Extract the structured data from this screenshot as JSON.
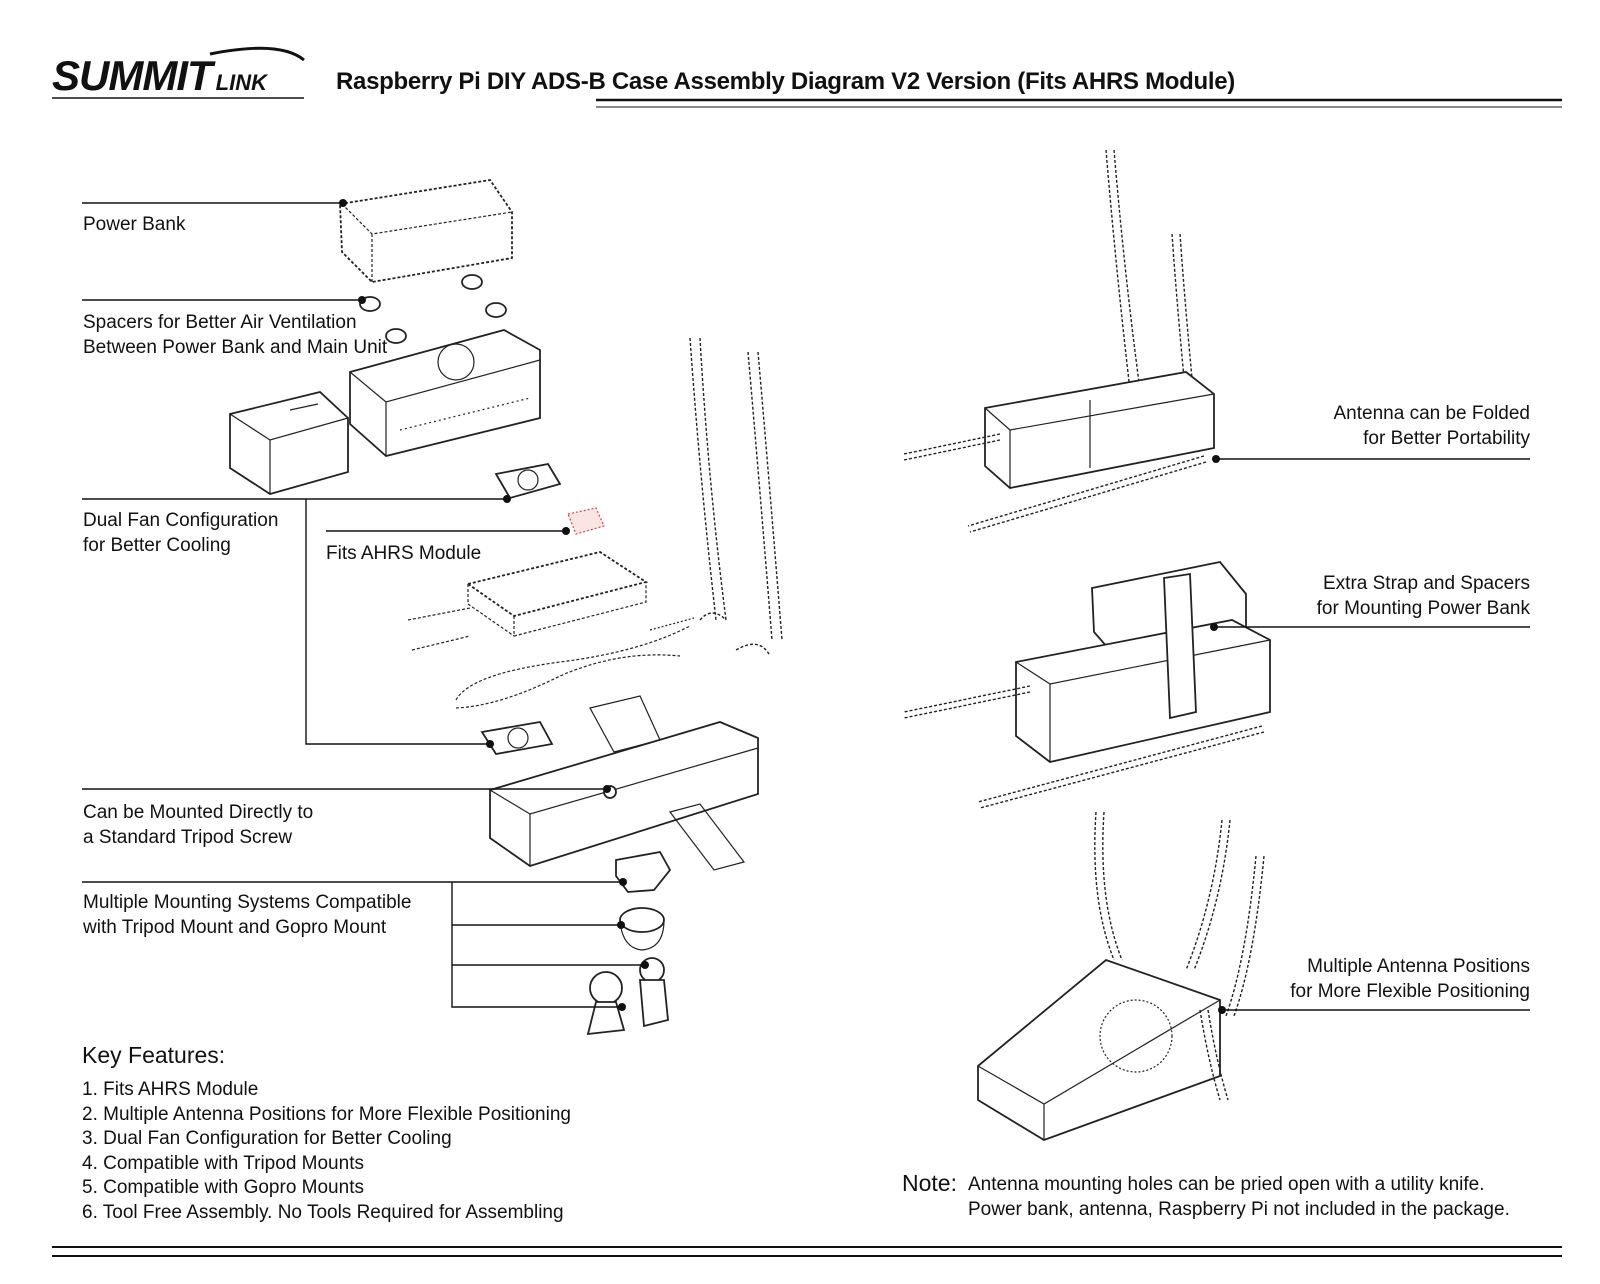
{
  "header": {
    "logo_main": "SUMMIT",
    "logo_sub": "LINK",
    "title": "Raspberry Pi DIY ADS-B Case Assembly Diagram V2 Version (Fits AHRS Module)"
  },
  "labels": {
    "power_bank": "Power Bank",
    "spacers_l1": "Spacers for Better Air Ventilation",
    "spacers_l2": "Between Power Bank and Main Unit",
    "dual_fan_l1": "Dual Fan Configuration",
    "dual_fan_l2": "for Better Cooling",
    "ahrs": "Fits AHRS Module",
    "tripod_l1": "Can be Mounted Directly to",
    "tripod_l2": "a Standard Tripod Screw",
    "mounting_l1": "Multiple Mounting Systems Compatible",
    "mounting_l2": "with Tripod Mount and Gopro Mount",
    "fold_l1": "Antenna can be Folded",
    "fold_l2": "for Better Portability",
    "strap_l1": "Extra Strap and Spacers",
    "strap_l2": "for Mounting Power Bank",
    "multi_l1": "Multiple Antenna Positions",
    "multi_l2": "for More Flexible Positioning"
  },
  "key_features": {
    "title": "Key Features:",
    "items": [
      "1. Fits AHRS Module",
      "2. Multiple Antenna Positions for More Flexible Positioning",
      "3. Dual Fan Configuration for Better Cooling",
      "4. Compatible with Tripod Mounts",
      "5. Compatible with Gopro Mounts",
      "6. Tool Free Assembly. No Tools Required for Assembling"
    ]
  },
  "note": {
    "head": "Note:",
    "line1": "Antenna mounting holes can be pried open with a utility knife.",
    "line2": "Power bank, antenna, Raspberry Pi not included in the package."
  }
}
